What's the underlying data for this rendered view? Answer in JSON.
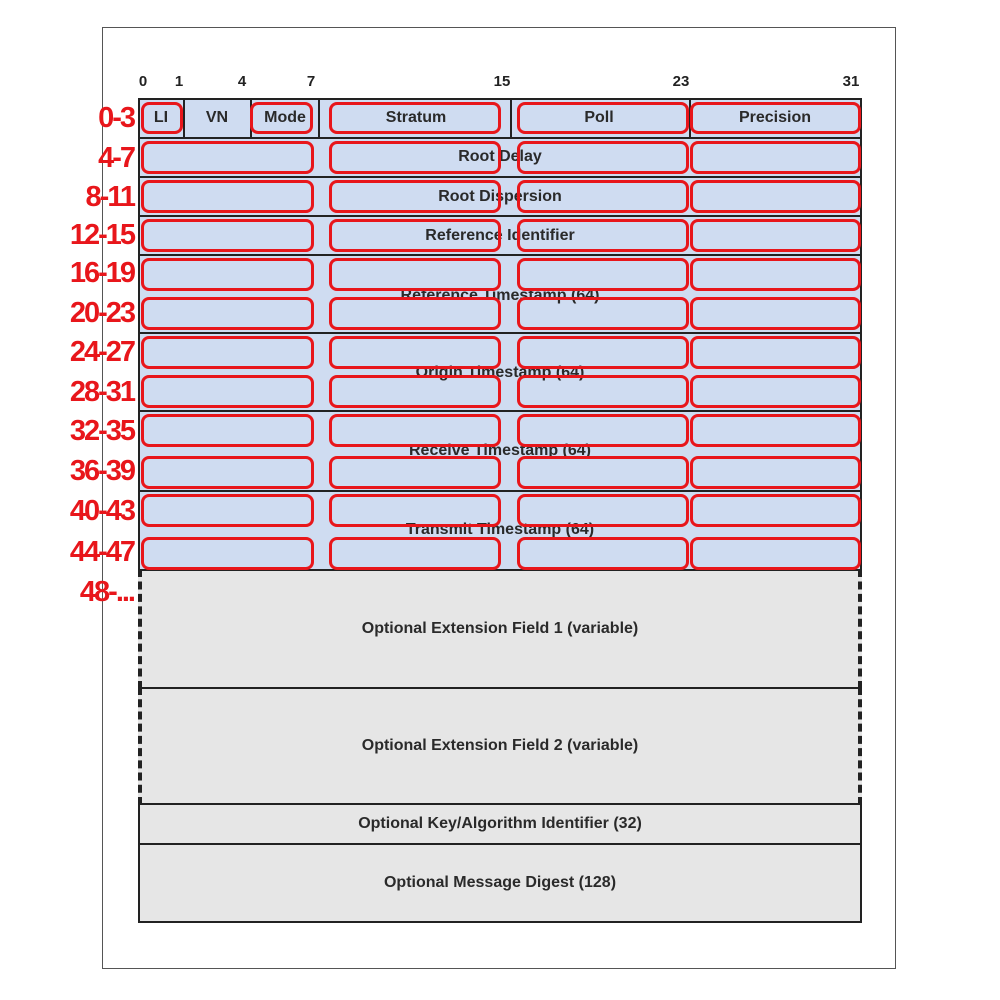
{
  "bit_ticks": [
    "0",
    "1",
    "4",
    "7",
    "15",
    "23",
    "31"
  ],
  "byte_labels": [
    "0-3",
    "4-7",
    "8-11",
    "12-15",
    "16-19",
    "20-23",
    "24-27",
    "28-31",
    "32-35",
    "36-39",
    "40-43",
    "44-47",
    "48-..."
  ],
  "fields": {
    "li": "LI",
    "vn": "VN",
    "mode": "Mode",
    "stratum": "Stratum",
    "poll": "Poll",
    "precision": "Precision",
    "root_delay": "Root Delay",
    "root_dispersion": "Root Dispersion",
    "reference_identifier": "Reference Identifier",
    "reference_timestamp": "Reference Timestamp (64)",
    "origin_timestamp": "Origin Timestamp (64)",
    "receive_timestamp": "Receive Timestamp (64)",
    "transmit_timestamp": "Transmit Timestamp (64)"
  },
  "optional": {
    "ext1": "Optional Extension Field 1 (variable)",
    "ext2": "Optional Extension Field 2 (variable)",
    "key_id": "Optional Key/Algorithm Identifier (32)",
    "digest": "Optional Message Digest (128)"
  },
  "colors": {
    "field_fill": "#cfdcf1",
    "optional_fill": "#e6e6e6",
    "highlight_box": "#e8161b",
    "byte_label": "#e8161b"
  }
}
